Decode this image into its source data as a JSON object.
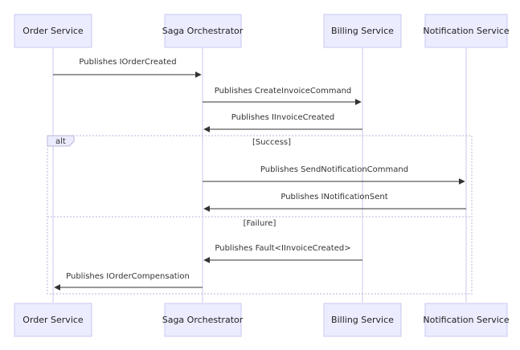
{
  "participants": [
    {
      "id": "order",
      "label": "Order Service"
    },
    {
      "id": "saga",
      "label": "Saga Orchestrator"
    },
    {
      "id": "billing",
      "label": "Billing Service"
    },
    {
      "id": "notify",
      "label": "Notification Service"
    }
  ],
  "messages": [
    {
      "from": "order",
      "to": "saga",
      "label": "Publishes IOrderCreated"
    },
    {
      "from": "saga",
      "to": "billing",
      "label": "Publishes CreateInvoiceCommand"
    },
    {
      "from": "billing",
      "to": "saga",
      "label": "Publishes IInvoiceCreated"
    },
    {
      "from": "saga",
      "to": "notify",
      "label": "Publishes SendNotificationCommand"
    },
    {
      "from": "notify",
      "to": "saga",
      "label": "Publishes INotificationSent"
    },
    {
      "from": "billing",
      "to": "saga",
      "label": "Publishes Fault<IInvoiceCreated>"
    },
    {
      "from": "saga",
      "to": "order",
      "label": "Publishes IOrderCompensation"
    }
  ],
  "alt_frame": {
    "keyword": "alt",
    "sections": [
      {
        "condition": "[Success]"
      },
      {
        "condition": "[Failure]"
      }
    ]
  }
}
